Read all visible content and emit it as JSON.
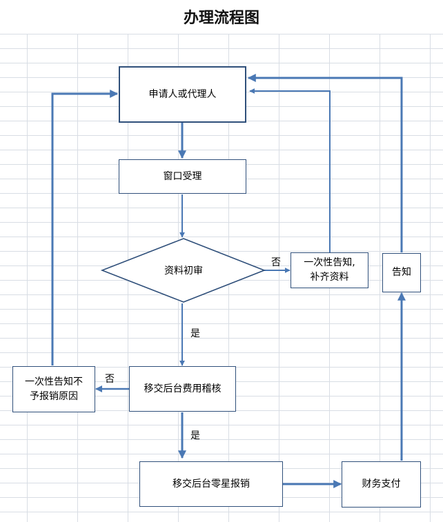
{
  "title": "办理流程图",
  "nodes": {
    "applicant": "申请人或代理人",
    "window": "窗口受理",
    "review": "资料初审",
    "notify_supplement": [
      "一次性告知,",
      "补齐资料"
    ],
    "backend_audit": "移交后台费用稽核",
    "notify_reject": [
      "一次性告知不",
      "予报销原因"
    ],
    "backend_reimburse": "移交后台零星报销",
    "payment": "财务支付",
    "notify": "告知"
  },
  "labels": {
    "no_review": "否",
    "yes_review": "是",
    "no_audit": "否",
    "yes_audit": "是"
  },
  "colors": {
    "box_border": "#2f4f7a",
    "arrow": "#4a78b4",
    "grid": "#d8dde4"
  }
}
